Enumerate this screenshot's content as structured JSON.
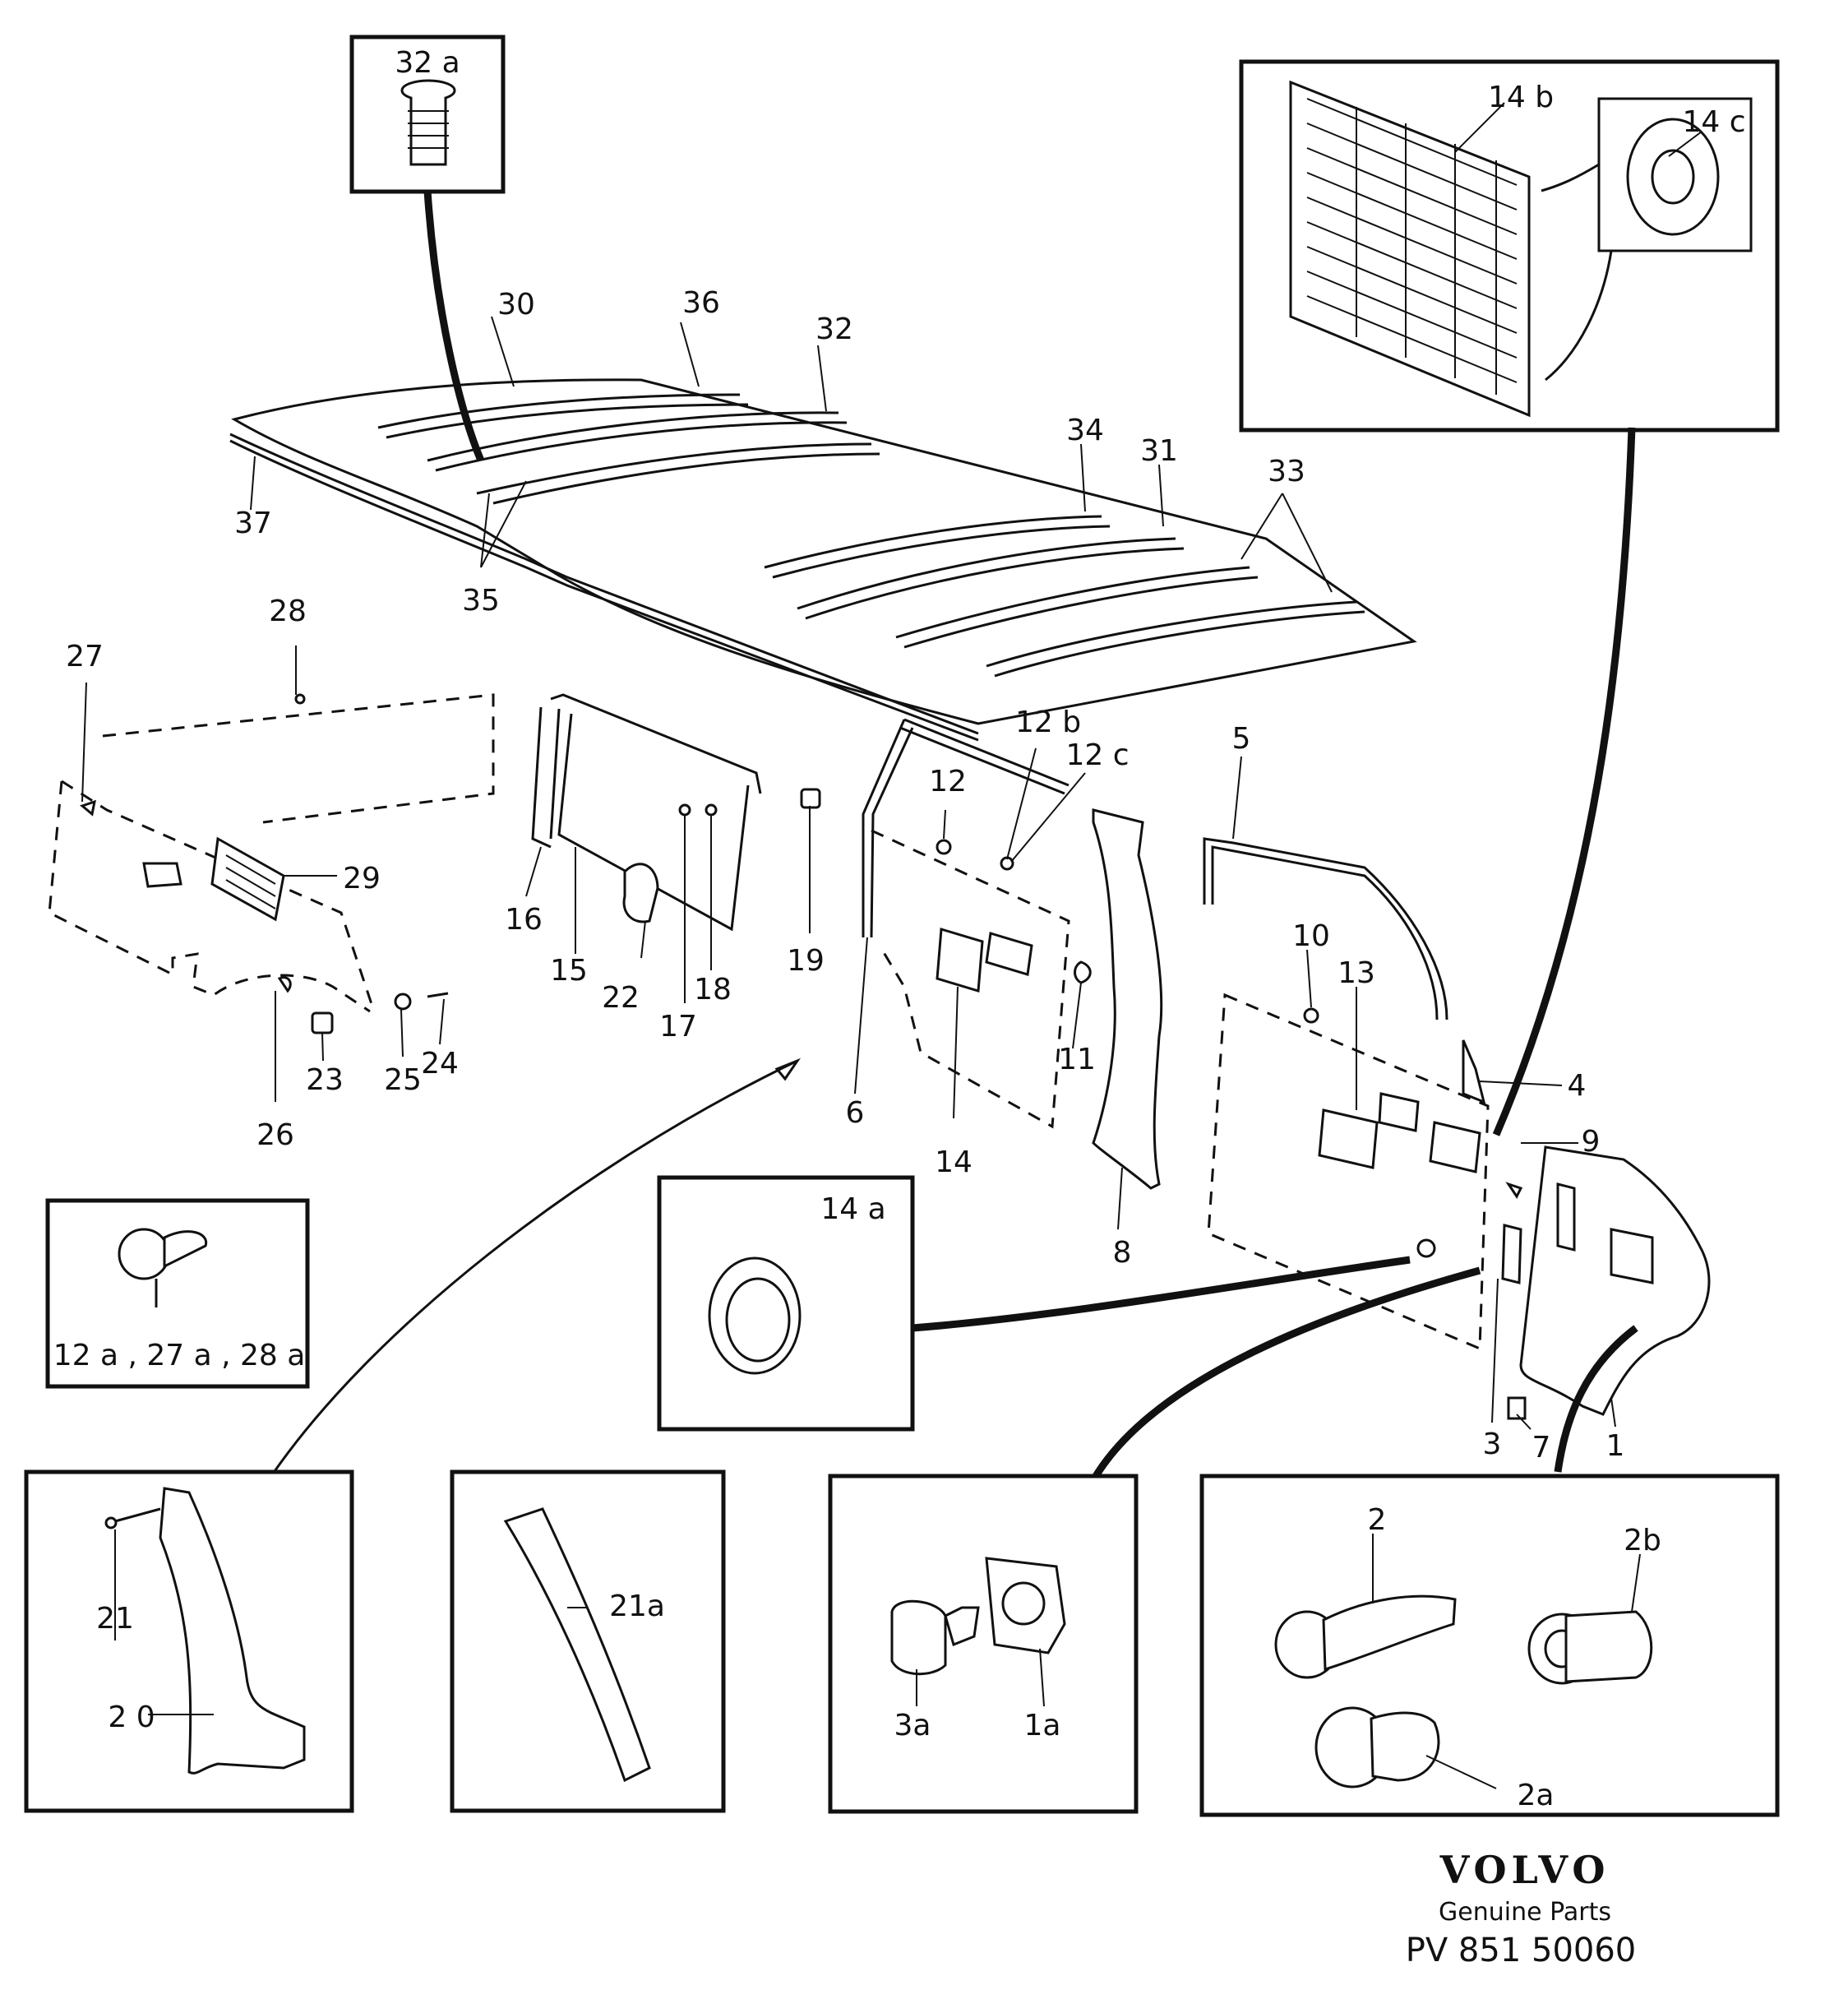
{
  "labels": {
    "p1": "1",
    "p1a": "1a",
    "p2": "2",
    "p2a": "2a",
    "p2b": "2b",
    "p3": "3",
    "p3a": "3a",
    "p4": "4",
    "p5": "5",
    "p6": "6",
    "p7": "7",
    "p8": "8",
    "p9": "9",
    "p10": "10",
    "p11": "11",
    "p12": "12",
    "p12b": "12 b",
    "p12c": "12 c",
    "p12a_group": "12 a , 27 a , 28 a",
    "p13": "13",
    "p14": "14",
    "p14a": "14 a",
    "p14b": "14 b",
    "p14c": "14 c",
    "p15": "15",
    "p16": "16",
    "p17": "17",
    "p18": "18",
    "p19": "19",
    "p20": "2 0",
    "p21": "21",
    "p21a": "21a",
    "p22": "22",
    "p23": "23",
    "p24": "24",
    "p25": "25",
    "p26": "26",
    "p27": "27",
    "p28": "28",
    "p29": "29",
    "p30": "30",
    "p31": "31",
    "p32": "32",
    "p32a": "32 a",
    "p33": "33",
    "p34": "34",
    "p35": "35",
    "p36": "36",
    "p37": "37"
  },
  "brand": {
    "name": "VOLVO",
    "subtitle": "Genuine Parts",
    "part_number": "PV 851 50060"
  }
}
